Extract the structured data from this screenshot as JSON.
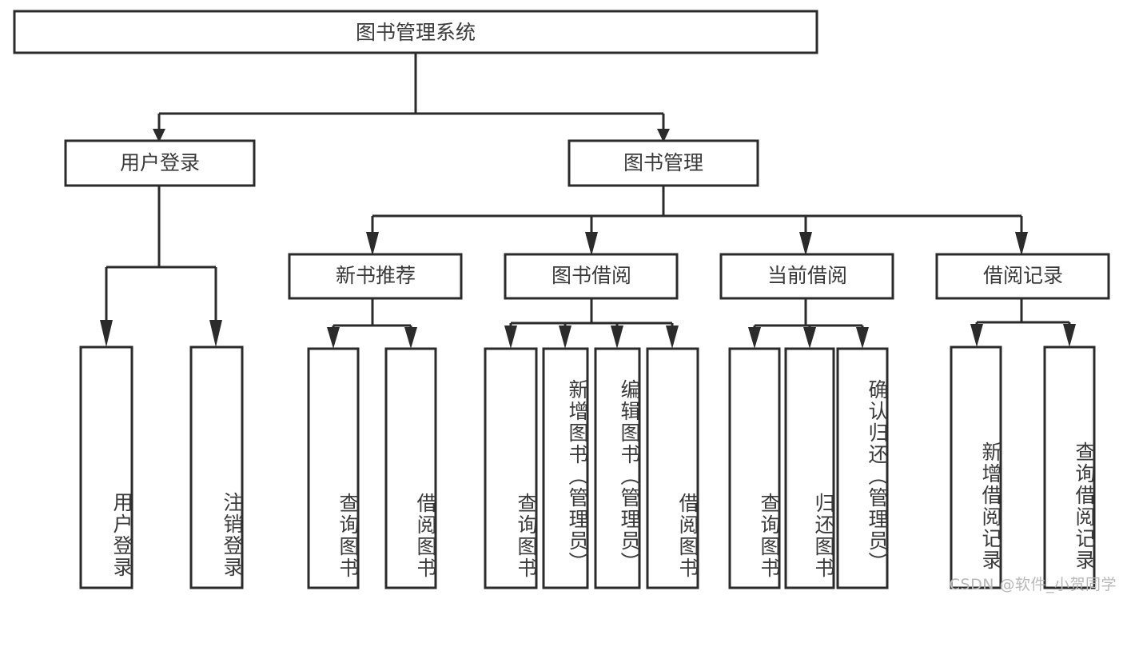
{
  "diagram": {
    "type": "tree",
    "title": "图书管理系统",
    "orientation": "top-down",
    "background_color": "#ffffff",
    "stroke_color": "#2b2b2b",
    "text_color": "#3a3a3a",
    "root": {
      "id": "root",
      "label": "图书管理系统",
      "level": 0
    },
    "level1": [
      {
        "id": "user-login",
        "label": "用户登录",
        "level": 1
      },
      {
        "id": "book-manage",
        "label": "图书管理",
        "level": 1
      }
    ],
    "level2": [
      {
        "id": "new-book-recommend",
        "label": "新书推荐",
        "level": 2,
        "parent": "book-manage"
      },
      {
        "id": "book-borrow",
        "label": "图书借阅",
        "level": 2,
        "parent": "book-manage"
      },
      {
        "id": "current-borrow",
        "label": "当前借阅",
        "level": 2,
        "parent": "book-manage"
      },
      {
        "id": "borrow-record",
        "label": "借阅记录",
        "level": 2,
        "parent": "book-manage"
      }
    ],
    "leaves": [
      {
        "id": "leaf-user-login",
        "label": "用户登录",
        "parent": "user-login"
      },
      {
        "id": "leaf-logout-login",
        "label": "注销登录",
        "parent": "user-login"
      },
      {
        "id": "leaf-query-book-1",
        "label": "查询图书",
        "parent": "new-book-recommend"
      },
      {
        "id": "leaf-borrow-book-1",
        "label": "借阅图书",
        "parent": "new-book-recommend"
      },
      {
        "id": "leaf-query-book-2",
        "label": "查询图书",
        "parent": "book-borrow"
      },
      {
        "id": "leaf-add-book",
        "label": "新增图书（管理员）",
        "parent": "book-borrow"
      },
      {
        "id": "leaf-edit-book",
        "label": "编辑图书（管理员）",
        "parent": "book-borrow"
      },
      {
        "id": "leaf-borrow-book-2",
        "label": "借阅图书",
        "parent": "book-borrow"
      },
      {
        "id": "leaf-query-book-3",
        "label": "查询图书",
        "parent": "current-borrow"
      },
      {
        "id": "leaf-return-book",
        "label": "归还图书",
        "parent": "current-borrow"
      },
      {
        "id": "leaf-confirm-return",
        "label": "确认归还（管理员）",
        "parent": "current-borrow"
      },
      {
        "id": "leaf-add-record",
        "label": "新增借阅记录",
        "parent": "borrow-record"
      },
      {
        "id": "leaf-query-record",
        "label": "查询借阅记录",
        "parent": "borrow-record"
      }
    ]
  },
  "watermark": {
    "text": "CSDN @软件_小贺同学"
  }
}
